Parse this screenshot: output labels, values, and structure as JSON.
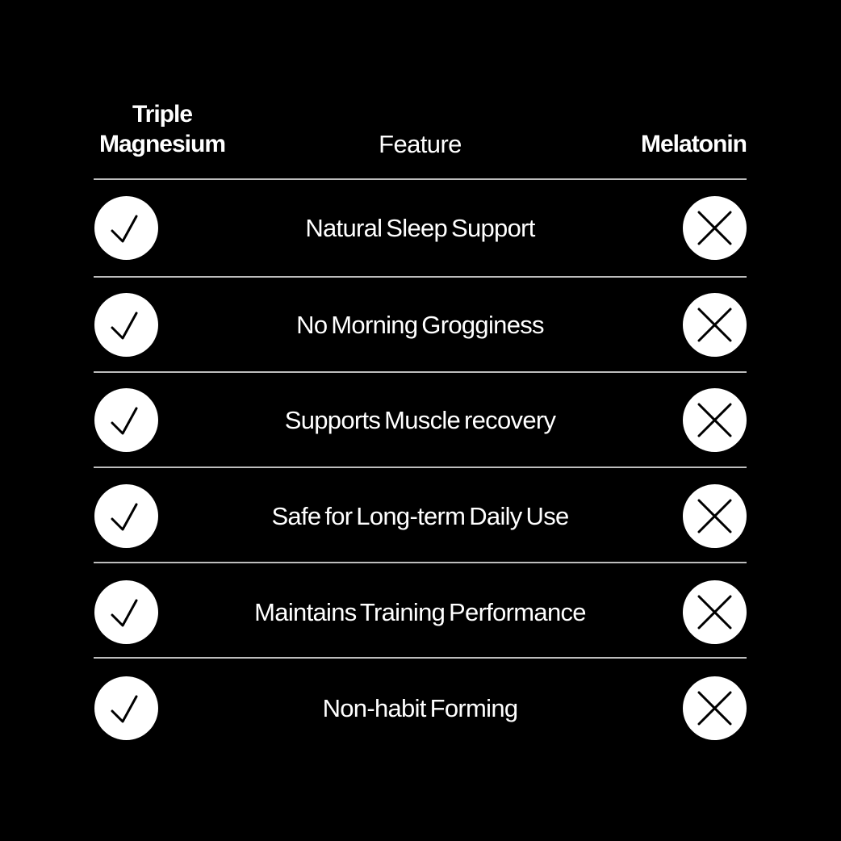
{
  "colors": {
    "background": "#000000",
    "text": "#ffffff",
    "divider": "#bdbdbd",
    "icon_fill": "#ffffff",
    "icon_stroke": "#000000"
  },
  "header": {
    "left_line1": "Triple",
    "left_line2": "Magnesium",
    "middle": "Feature",
    "right": "Melatonin"
  },
  "rows": [
    {
      "feature": "Natural Sleep Support",
      "left_icon": "check-icon",
      "right_icon": "x-icon"
    },
    {
      "feature": "No Morning Grogginess",
      "left_icon": "check-icon",
      "right_icon": "x-icon"
    },
    {
      "feature": "Supports Muscle recovery",
      "left_icon": "check-icon",
      "right_icon": "x-icon"
    },
    {
      "feature": "Safe for Long-term Daily Use",
      "left_icon": "check-icon",
      "right_icon": "x-icon"
    },
    {
      "feature": "Maintains Training Performance",
      "left_icon": "check-icon",
      "right_icon": "x-icon"
    },
    {
      "feature": "Non-habit Forming",
      "left_icon": "check-icon",
      "right_icon": "x-icon"
    }
  ]
}
